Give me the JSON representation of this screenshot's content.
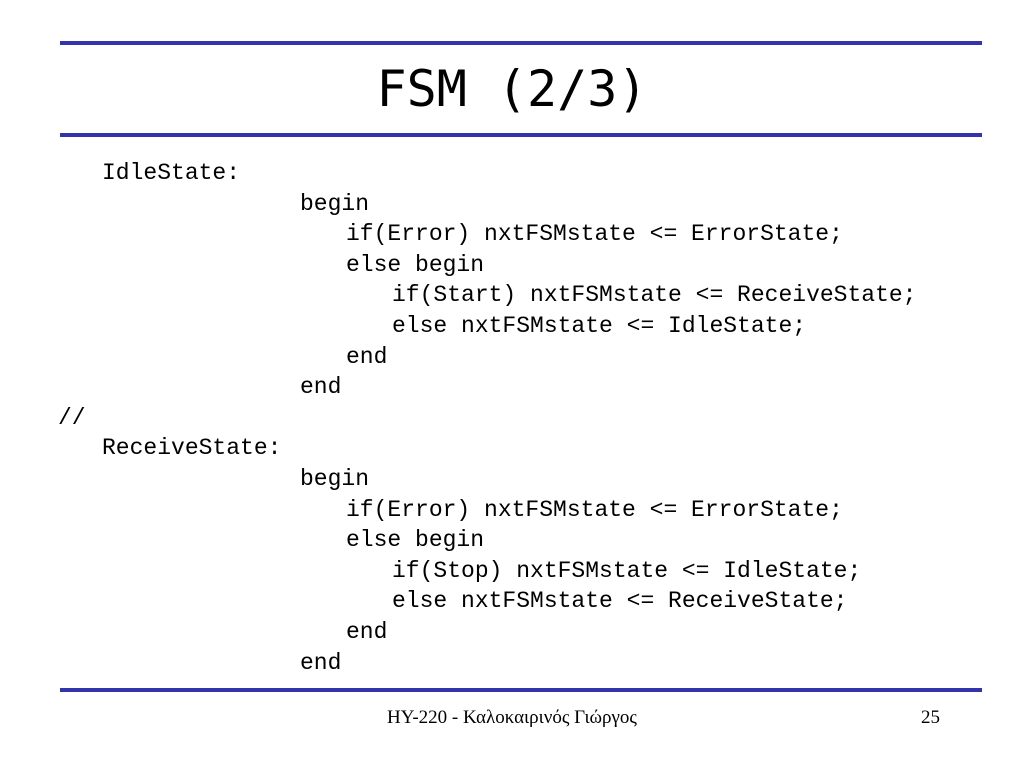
{
  "slide": {
    "title": "FSM (2/3)",
    "rule_color": "#3333aa",
    "code_lines": [
      {
        "indent": 0,
        "text": "IdleState:"
      },
      {
        "indent": 1,
        "text": "begin"
      },
      {
        "indent": 2,
        "text": "if(Error) nxtFSMstate <= ErrorState;"
      },
      {
        "indent": 2,
        "text": "else begin"
      },
      {
        "indent": 3,
        "text": "if(Start) nxtFSMstate <= ReceiveState;"
      },
      {
        "indent": 3,
        "text": "else nxtFSMstate <= IdleState;"
      },
      {
        "indent": 2,
        "text": "end"
      },
      {
        "indent": 1,
        "text": "end"
      },
      {
        "indent": -1,
        "text": "//"
      },
      {
        "indent": 0,
        "text": "ReceiveState:"
      },
      {
        "indent": 1,
        "text": "begin"
      },
      {
        "indent": 2,
        "text": "if(Error) nxtFSMstate <= ErrorState;"
      },
      {
        "indent": 2,
        "text": "else begin"
      },
      {
        "indent": 3,
        "text": "if(Stop) nxtFSMstate <= IdleState;"
      },
      {
        "indent": 3,
        "text": "else nxtFSMstate <= ReceiveState;"
      },
      {
        "indent": 2,
        "text": "end"
      },
      {
        "indent": 1,
        "text": "end"
      }
    ],
    "footer": {
      "course": "HY-220 - Καλοκαιρινός Γιώργος",
      "page_number": "25"
    }
  }
}
